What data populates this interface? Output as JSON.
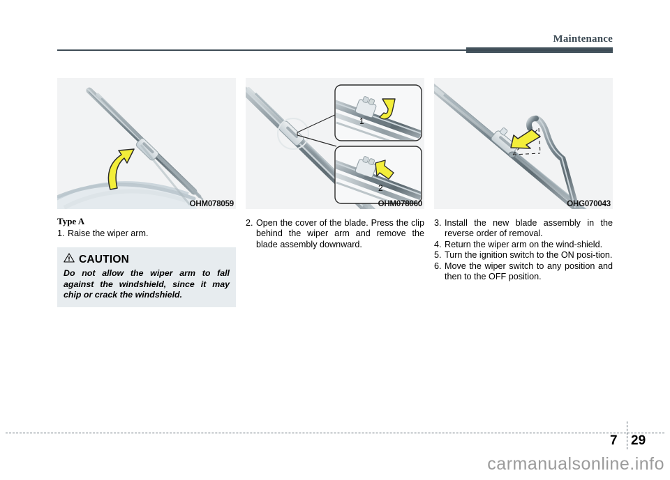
{
  "header": {
    "title": "Maintenance"
  },
  "columns": [
    {
      "figure": {
        "code": "OHM078059",
        "alt": "wiper-arm-raised"
      },
      "caption_title": "Type A",
      "steps": [
        {
          "num": "1.",
          "text": "Raise the wiper arm."
        }
      ],
      "caution": {
        "icon": "warning-triangle-icon",
        "title": "CAUTION",
        "body": "Do not allow the wiper arm to fall against the windshield, since it may chip or crack the windshield."
      }
    },
    {
      "figure": {
        "code": "OHM078060",
        "alt": "wiper-blade-clip-detail",
        "callouts": [
          "1",
          "2"
        ]
      },
      "steps": [
        {
          "num": "2.",
          "text": "Open the cover of the blade. Press the clip behind the wiper arm and remove the blade assembly downward."
        }
      ]
    },
    {
      "figure": {
        "code": "OHG070043",
        "alt": "new-blade-install"
      },
      "steps": [
        {
          "num": "3.",
          "text": "Install the new blade assembly in the reverse order of removal."
        },
        {
          "num": "4.",
          "text": "Return the wiper arm on the wind-shield."
        },
        {
          "num": "5.",
          "text": "Turn the ignition switch to the ON posi-tion."
        },
        {
          "num": "6.",
          "text": "Move the wiper switch to any position and then to the OFF position."
        }
      ]
    }
  ],
  "footer": {
    "chapter": "7",
    "page": "29",
    "watermark": "carmanualsonline.info"
  },
  "colors": {
    "header_bar": "#44535d",
    "figure_bg": "#f2f3f4",
    "caution_bg": "#e7ecef",
    "arrow_yellow": "#f3ee3a",
    "watermark": "#9b9b9b"
  }
}
